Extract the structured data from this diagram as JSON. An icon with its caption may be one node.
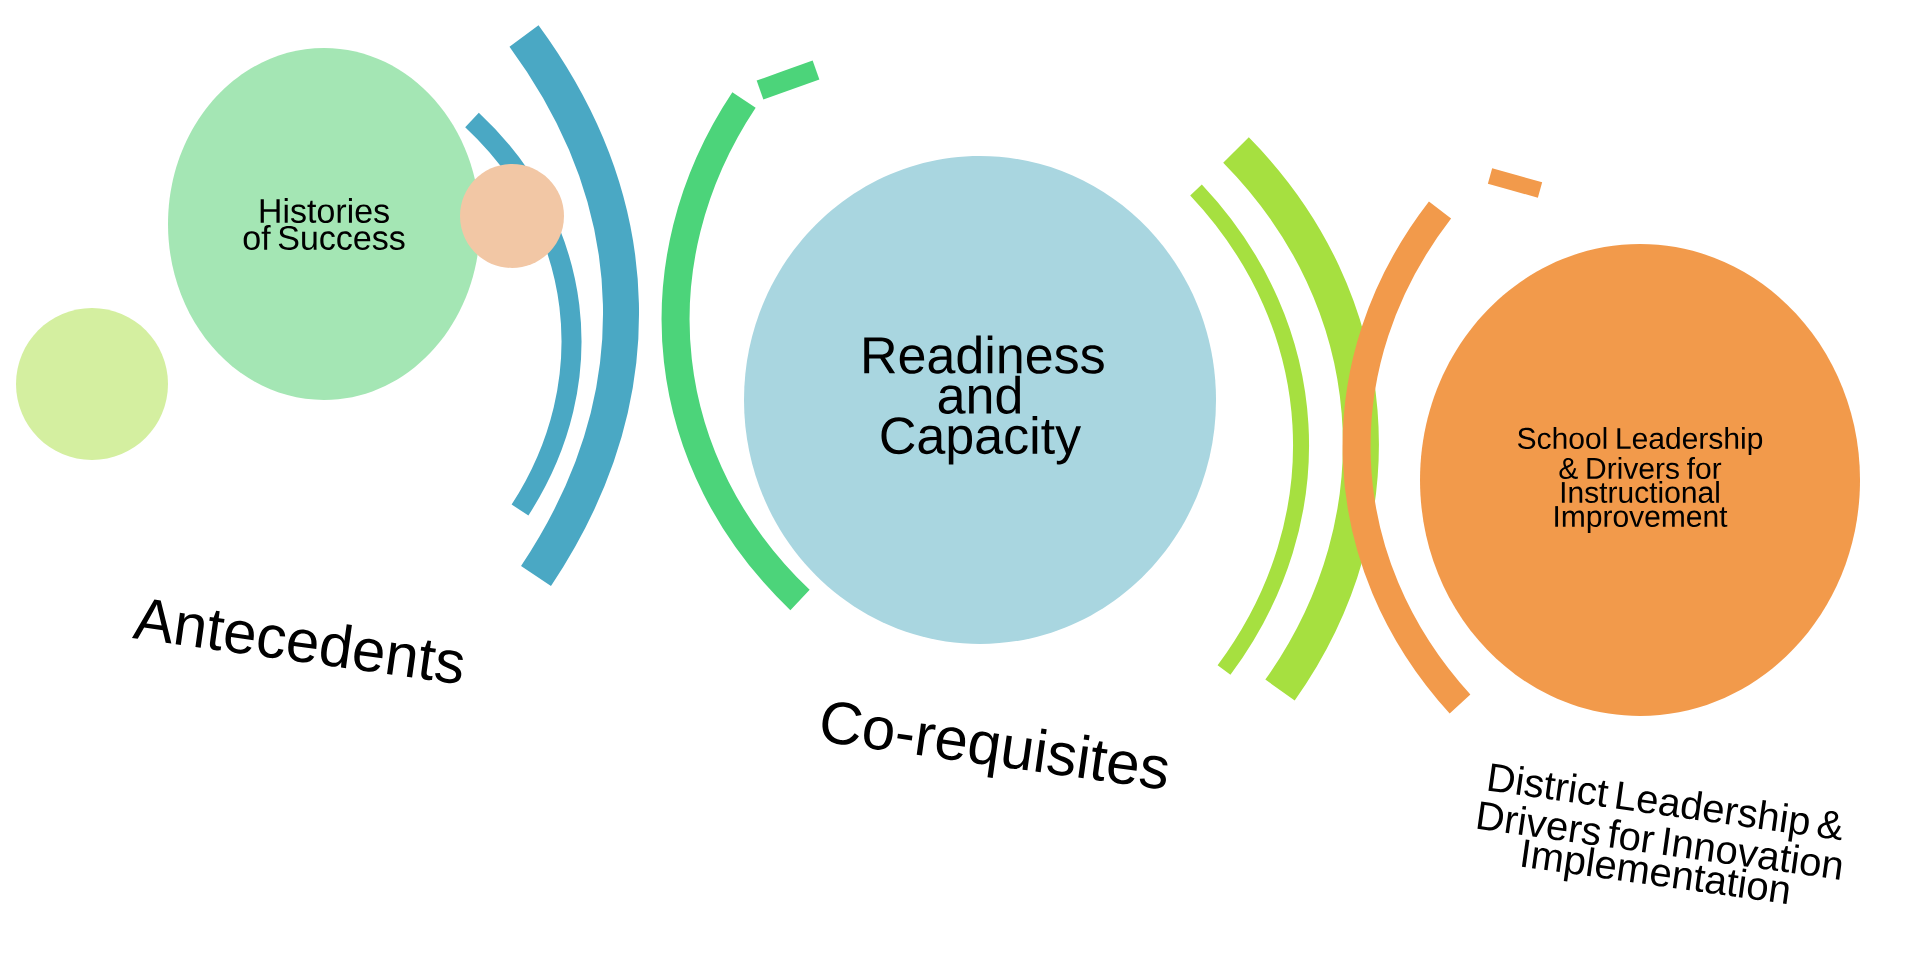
{
  "diagram": {
    "nodes": [
      {
        "text": [],
        "shape": "circle"
      },
      {
        "text": [
          "Histories of Success"
        ]
      },
      {
        "text": [],
        "shape": "circle"
      },
      {
        "text": [
          "Readiness and Capacity"
        ]
      },
      {
        "text": [
          "School Leadership & Drivers for Instructional Improvement"
        ]
      }
    ],
    "labels": [
      "Antecedents",
      "Co-requisites",
      "District Leadership & Drivers for Innovation Implementation"
    ]
  }
}
